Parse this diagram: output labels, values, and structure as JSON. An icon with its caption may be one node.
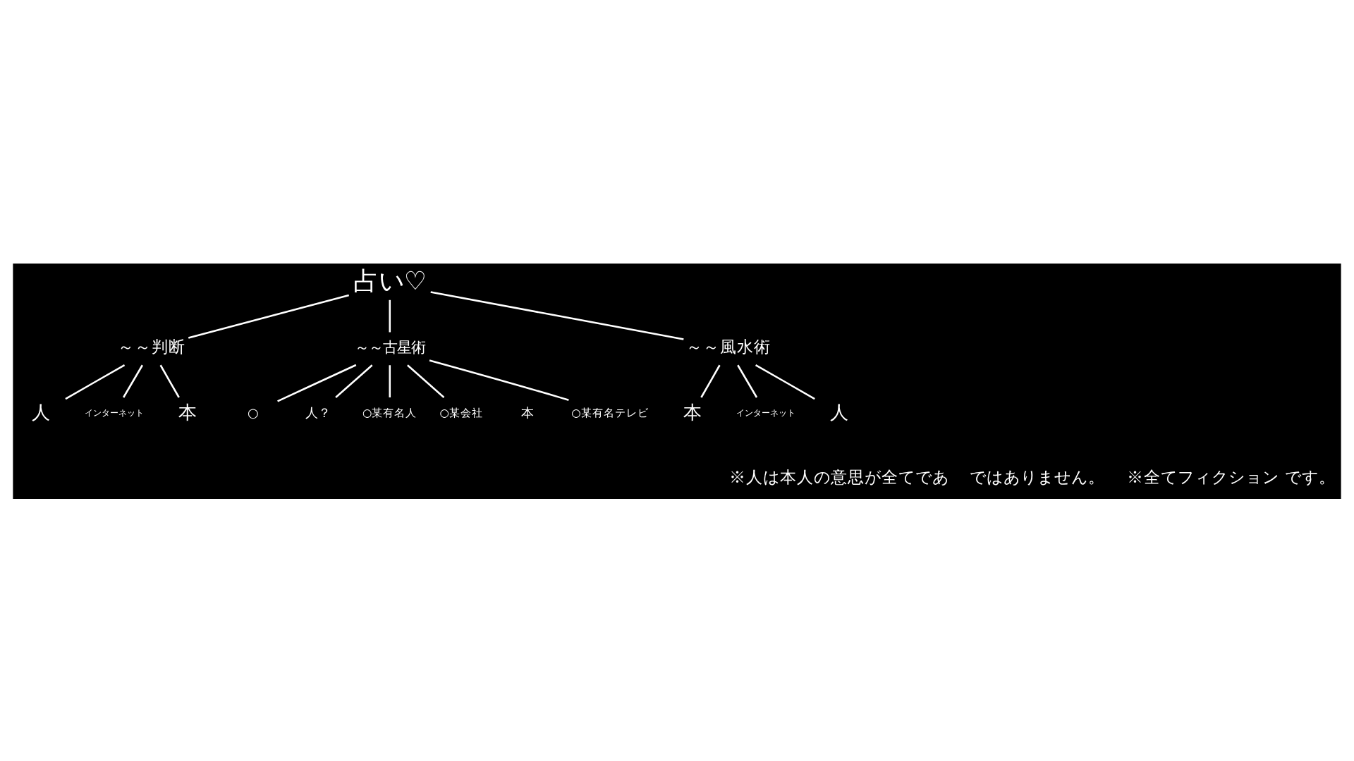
{
  "diagram": {
    "nodes": [
      {
        "text": [
          "占い♡"
        ]
      },
      {
        "text": [
          "～～判断"
        ]
      },
      {
        "text": [
          "～～古星術"
        ]
      },
      {
        "text": [
          "～～風水術"
        ]
      },
      {
        "text": [
          "人"
        ]
      },
      {
        "text": [
          "インターネット"
        ]
      },
      {
        "text": [
          "本"
        ]
      },
      {
        "text": [
          "○"
        ]
      },
      {
        "text": [
          "人？"
        ]
      },
      {
        "text": [
          "○某有名人"
        ]
      },
      {
        "text": [
          "○某会社"
        ]
      },
      {
        "text": [
          "○某有名テレビ"
        ]
      },
      {
        "text": [
          "本"
        ]
      },
      {
        "text": [
          "インターネット"
        ]
      },
      {
        "text": [
          "人"
        ]
      }
    ],
    "edges": [
      {
        "from": 0,
        "to": 1,
        "arrow": "none"
      },
      {
        "from": 0,
        "to": 2,
        "arrow": "none"
      },
      {
        "from": 0,
        "to": 3,
        "arrow": "none"
      },
      {
        "from": 1,
        "to": 4,
        "arrow": "none"
      },
      {
        "from": 1,
        "to": 5,
        "arrow": "none"
      },
      {
        "from": 1,
        "to": 6,
        "arrow": "none"
      },
      {
        "from": 2,
        "to": 7,
        "arrow": "none"
      },
      {
        "from": 2,
        "to": 8,
        "arrow": "none"
      },
      {
        "from": 2,
        "to": 9,
        "arrow": "none"
      },
      {
        "from": 2,
        "to": 10,
        "arrow": "none"
      },
      {
        "from": 2,
        "to": 11,
        "arrow": "none"
      },
      {
        "from": 3,
        "to": 12,
        "arrow": "none"
      },
      {
        "from": 3,
        "to": 13,
        "arrow": "none"
      },
      {
        "from": 3,
        "to": 14,
        "arrow": "none"
      }
    ],
    "labels": [
      "本",
      "※人は本人の意思が全てであ",
      "ではありません。",
      "※全てフィクション です。"
    ]
  }
}
